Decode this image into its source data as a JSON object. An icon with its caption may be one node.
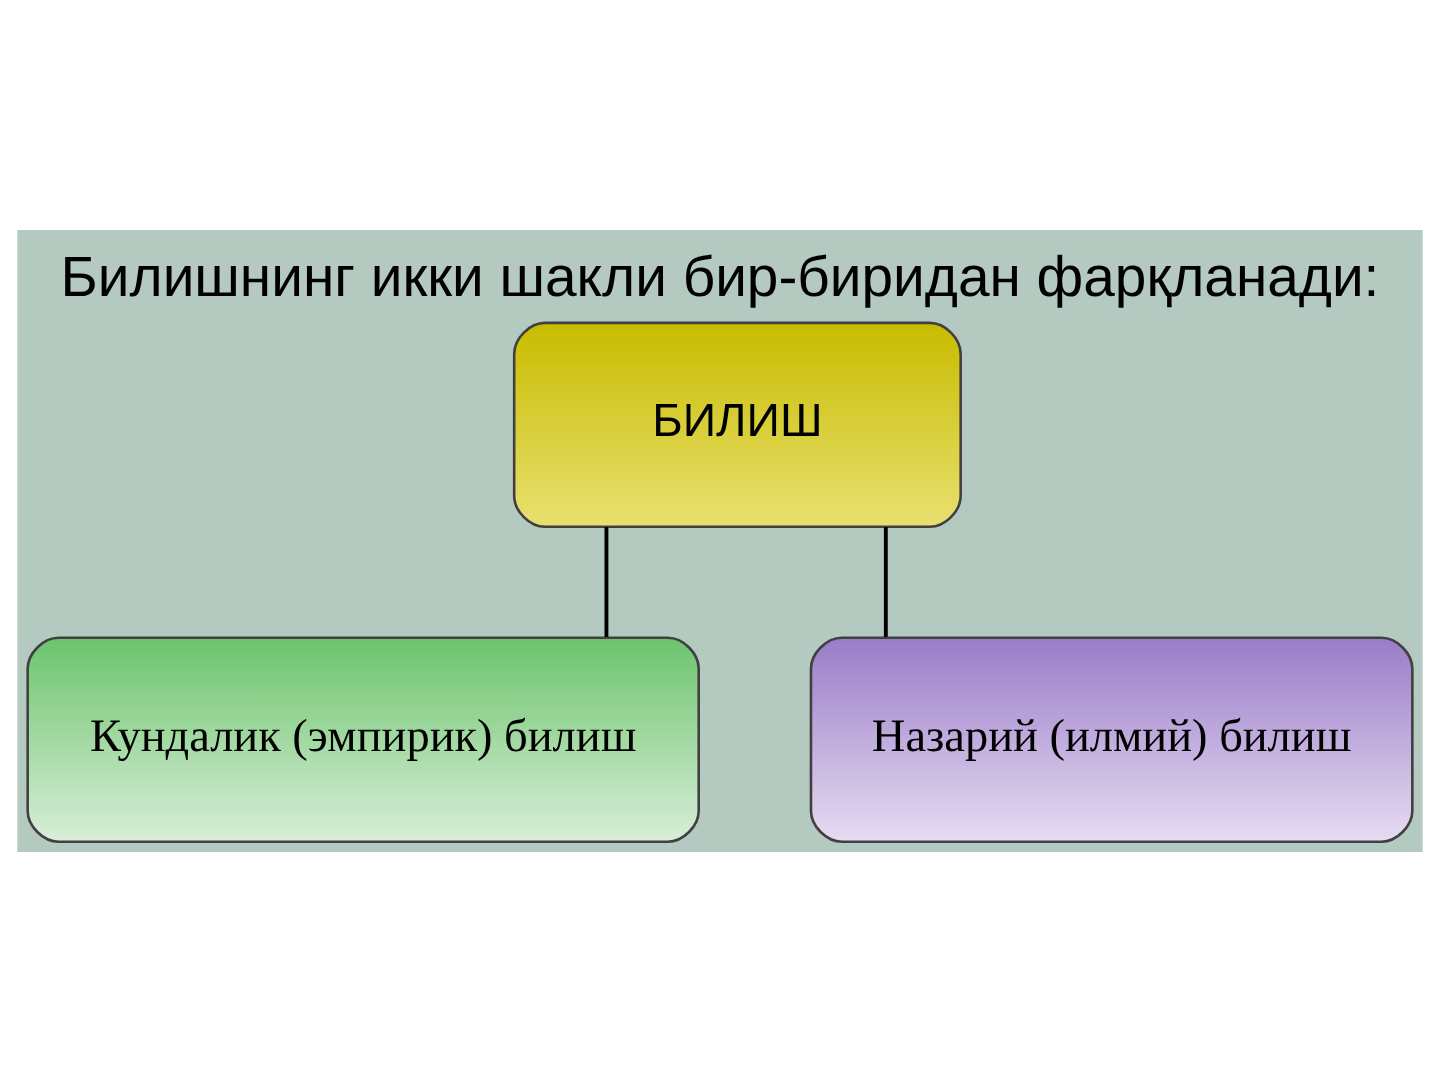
{
  "diagram": {
    "title": "Билишнинг икки шакли бир-биридан фарқланади:",
    "nodes": [
      {
        "text": [
          "БИЛИШ"
        ]
      },
      {
        "text": [
          "Кундалик (эмпирик) билиш"
        ]
      },
      {
        "text": [
          "Назарий (илмий) билиш"
        ]
      }
    ],
    "edges": [
      {
        "from": 0,
        "to": 1,
        "arrow": "none"
      },
      {
        "from": 0,
        "to": 2,
        "arrow": "none"
      }
    ]
  }
}
